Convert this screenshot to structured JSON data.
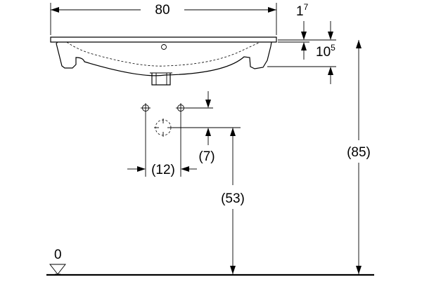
{
  "dimensions": {
    "width_total": "80",
    "rim_thickness_main": "1",
    "rim_thickness_sup": "7",
    "depth_main": "10",
    "depth_sup": "5",
    "height_total": "(85)",
    "height_waste": "(53)",
    "waste_offset": "(7)",
    "fixing_spacing": "(12)",
    "floor_level": "0"
  },
  "colors": {
    "line": "#000000",
    "background": "#ffffff"
  }
}
